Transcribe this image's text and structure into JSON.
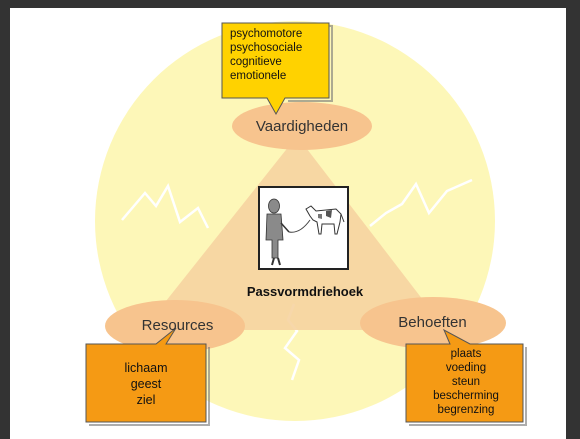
{
  "diagram": {
    "title": "Passvormdriehoek",
    "nodes": {
      "top": {
        "label": "Vaardigheden",
        "items": [
          "psychomotore",
          "psychosociale",
          "cognitieve",
          "emotionele"
        ]
      },
      "left": {
        "label": "Resources",
        "items": [
          "lichaam",
          "geest",
          "ziel"
        ]
      },
      "right": {
        "label": "Behoeften",
        "items": [
          "plaats",
          "voeding",
          "steun",
          "bescherming",
          "begrenzing"
        ]
      }
    },
    "colors": {
      "circle": "#fdf7b8",
      "triangle": "#f6d3a1",
      "ellipse": "#f7c48e",
      "top_callout": "#ffd200",
      "side_callout": "#f59a14"
    },
    "icon": "person-walking-horse-icon"
  }
}
